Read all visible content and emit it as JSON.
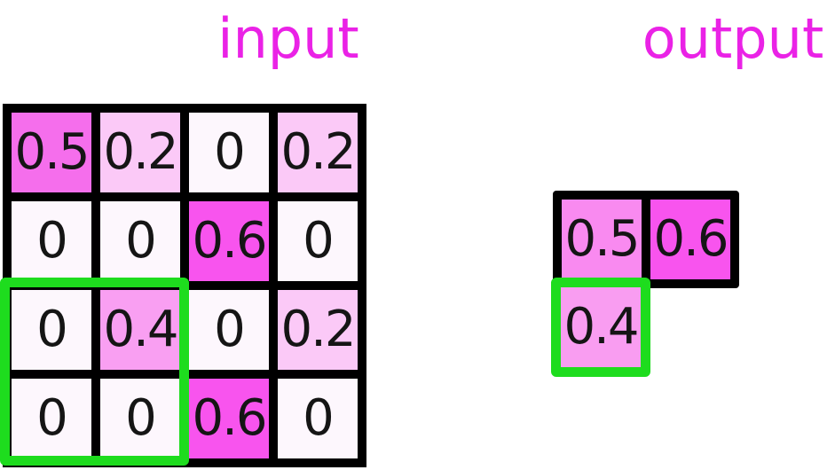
{
  "labels": {
    "input": "input",
    "output": "output"
  },
  "colors": {
    "background": "#ffffff",
    "grid_line": "#000000",
    "label_magenta": "#ea22e6",
    "highlight_green": "#1edc1e",
    "number_text": "#151515"
  },
  "input": {
    "rows": 4,
    "cols": 4,
    "cells": [
      {
        "value": "0.5",
        "color": "#f56eec"
      },
      {
        "value": "0.2",
        "color": "#fbc9f7"
      },
      {
        "value": "0",
        "color": "#fdf7fd"
      },
      {
        "value": "0.2",
        "color": "#fbc9f7"
      },
      {
        "value": "0",
        "color": "#fdf7fd"
      },
      {
        "value": "0",
        "color": "#fdf7fd"
      },
      {
        "value": "0.6",
        "color": "#f854ee"
      },
      {
        "value": "0",
        "color": "#fdf7fd"
      },
      {
        "value": "0",
        "color": "#fdf7fd"
      },
      {
        "value": "0.4",
        "color": "#f99ff2"
      },
      {
        "value": "0",
        "color": "#fdf7fd"
      },
      {
        "value": "0.2",
        "color": "#fbc9f7"
      },
      {
        "value": "0",
        "color": "#fdf7fd"
      },
      {
        "value": "0",
        "color": "#fdf7fd"
      },
      {
        "value": "0.6",
        "color": "#f854ee"
      },
      {
        "value": "0",
        "color": "#fdf7fd"
      }
    ],
    "highlighted_window": {
      "rows": "3-4",
      "cols": "1-2"
    }
  },
  "output": {
    "cells": [
      {
        "value": "0.5",
        "color": "#f98af0"
      },
      {
        "value": "0.6",
        "color": "#f854ee"
      },
      {
        "value": "0.4",
        "color": "#f99df1"
      }
    ]
  }
}
